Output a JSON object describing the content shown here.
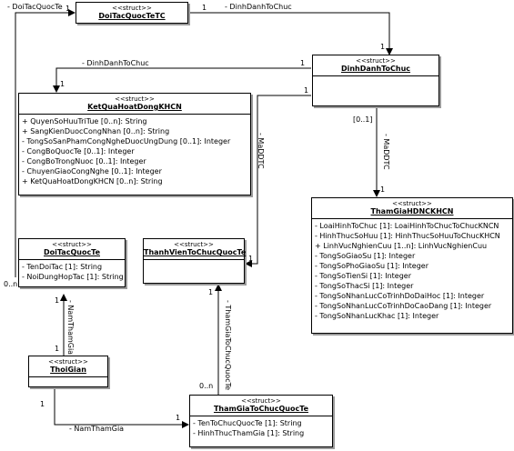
{
  "classes": {
    "doitacquoctetc": {
      "stereotype": "<<struct>>",
      "name": "DoiTacQuocTeTC"
    },
    "dinhdanhtochuc": {
      "stereotype": "<<struct>>",
      "name": "DinhDanhToChuc"
    },
    "ketquahoatdong": {
      "stereotype": "<<struct>>",
      "name": "KetQuaHoatDongKHCN",
      "attributes": [
        "+ QuyenSoHuuTriTue [0..n]: String",
        "+ SangKienDuocCongNhan [0..n]: String",
        "- TongSoSanPhamCongNgheDuocUngDung [0..1]: Integer",
        "- CongBoQuocTe [0..1]: Integer",
        "- CongBoTrongNuoc [0..1]: Integer",
        "- ChuyenGiaoCongNghe [0..1]: Integer",
        "+ KetQuaHoatDongKHCN [0..n]: String"
      ]
    },
    "thamgiahdnckhcn": {
      "stereotype": "<<struct>>",
      "name": "ThamGiaHDNCKHCN",
      "attributes": [
        "- LoaiHinhToChuc [1]: LoaiHinhToChucToChucKNCN",
        "- HinhThucSoHuu [1]: HinhThucSoHuuToChucKHCN",
        "+ LinhVucNghienCuu [1..n]: LinhVucNghienCuu",
        "- TongSoGiaoSu [1]: Integer",
        "- TongSoPhoGiaoSu [1]: Integer",
        "- TongSoTienSi [1]: Integer",
        "- TongSoThacSi [1]: Integer",
        "- TongSoNhanLucCoTrinhDoDaiHoc [1]: Integer",
        "- TongSoNhanLucCoTrinhDoCaoDang [1]: Integer",
        "- TongSoNhanLucKhac [1]: Integer"
      ]
    },
    "doitacquocte": {
      "stereotype": "<<struct>>",
      "name": "DoiTacQuocTe",
      "attributes": [
        "- TenDoiTac [1]: String",
        "- NoiDungHopTac [1]: String"
      ]
    },
    "thanhvientochucquocte": {
      "stereotype": "<<struct>>",
      "name": "ThanhVienToChucQuocTe"
    },
    "thoigian": {
      "stereotype": "<<struct>>",
      "name": "ThoiGian"
    },
    "thamgiatochucquocte": {
      "stereotype": "<<struct>>",
      "name": "ThamGiaToChucQuocTe",
      "attributes": [
        "- TenToChucQuocTe [1]: String",
        "- HinhThucThamGia [1]: String"
      ]
    }
  },
  "edge_labels": {
    "e1_role": "- DoiTacQuocTe",
    "e1_src_mult": "0..n",
    "e1_tgt_mult": "1",
    "e2_role": "- DinhDanhToChuc",
    "e2_src_mult": "1",
    "e2_tgt_mult": "1",
    "e3_role": "- DinhDanhToChuc",
    "e3_src_mult": "1",
    "e3_tgt_mult": "1",
    "e4_role": "- MaDDTC",
    "e4_src_mult": "1",
    "e4_tgt_mult": "1",
    "e5_role": "- MaDDTC",
    "e5_src_mult": "[0..1]",
    "e5_tgt_mult": "1",
    "e6_role": "- NamThamGia",
    "e6_src_mult": "1",
    "e6_tgt_mult": "1",
    "e7_role": "- ThamGiaToChucQuocTe",
    "e7_src_mult": "0..n",
    "e7_tgt_mult": "1",
    "e8_role": "- NamThamGia",
    "e8_src_mult": "1",
    "e8_tgt_mult": "1"
  }
}
